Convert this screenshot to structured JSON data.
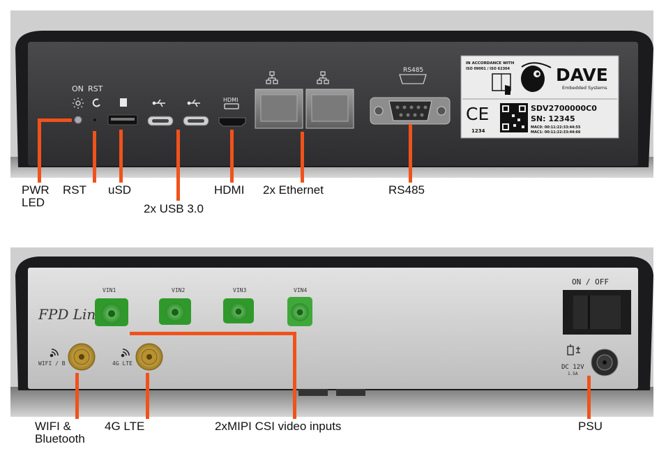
{
  "front": {
    "led_labels": {
      "on": "ON",
      "rst": "RST"
    },
    "rs485_port_label": "RS485",
    "hdmi_port_label": "HDMI",
    "label_plate": {
      "accordance": "IN ACCORDANCE WITH",
      "iso": "ISO 09001 / ISO 62304",
      "brand": "DAVE",
      "brand_sub": "Embedded Systems",
      "model": "SDV2700000C0",
      "serial": "SN: 12345",
      "mac0": "MAC0: 00:11:22:33:44:55",
      "mac1": "MAC1: 00:11:22:33:44:66",
      "ce": "CE",
      "notified_body": "1234"
    },
    "callouts": {
      "pwr_led": "PWR\nLED",
      "rst": "RST",
      "usd": "uSD",
      "usb": "2x USB 3.0",
      "hdmi": "HDMI",
      "ethernet": "2x Ethernet",
      "rs485": "RS485"
    }
  },
  "back": {
    "fpd_link": "FPD Lin",
    "vin_labels": [
      "VIN1",
      "VIN2",
      "VIN3",
      "VIN4"
    ],
    "wifi_label": "WIFI / B",
    "lte_label": "4G LTE",
    "power_switch_label": "ON / OFF",
    "dc_label": "DC 12V",
    "dc_current": "1.5A",
    "callouts": {
      "wifi": "WIFI &\nBluetooth",
      "lte": "4G LTE",
      "mipi": "2xMIPI CSI video inputs",
      "psu": "PSU"
    }
  },
  "colors": {
    "callout_line": "#f0521c",
    "chassis_dark": "#1b1b1d",
    "face_front": "#3a3a3c",
    "face_back": "#d9d9d9",
    "connector_green": "#3fa83a",
    "gold": "#c9a53c"
  }
}
